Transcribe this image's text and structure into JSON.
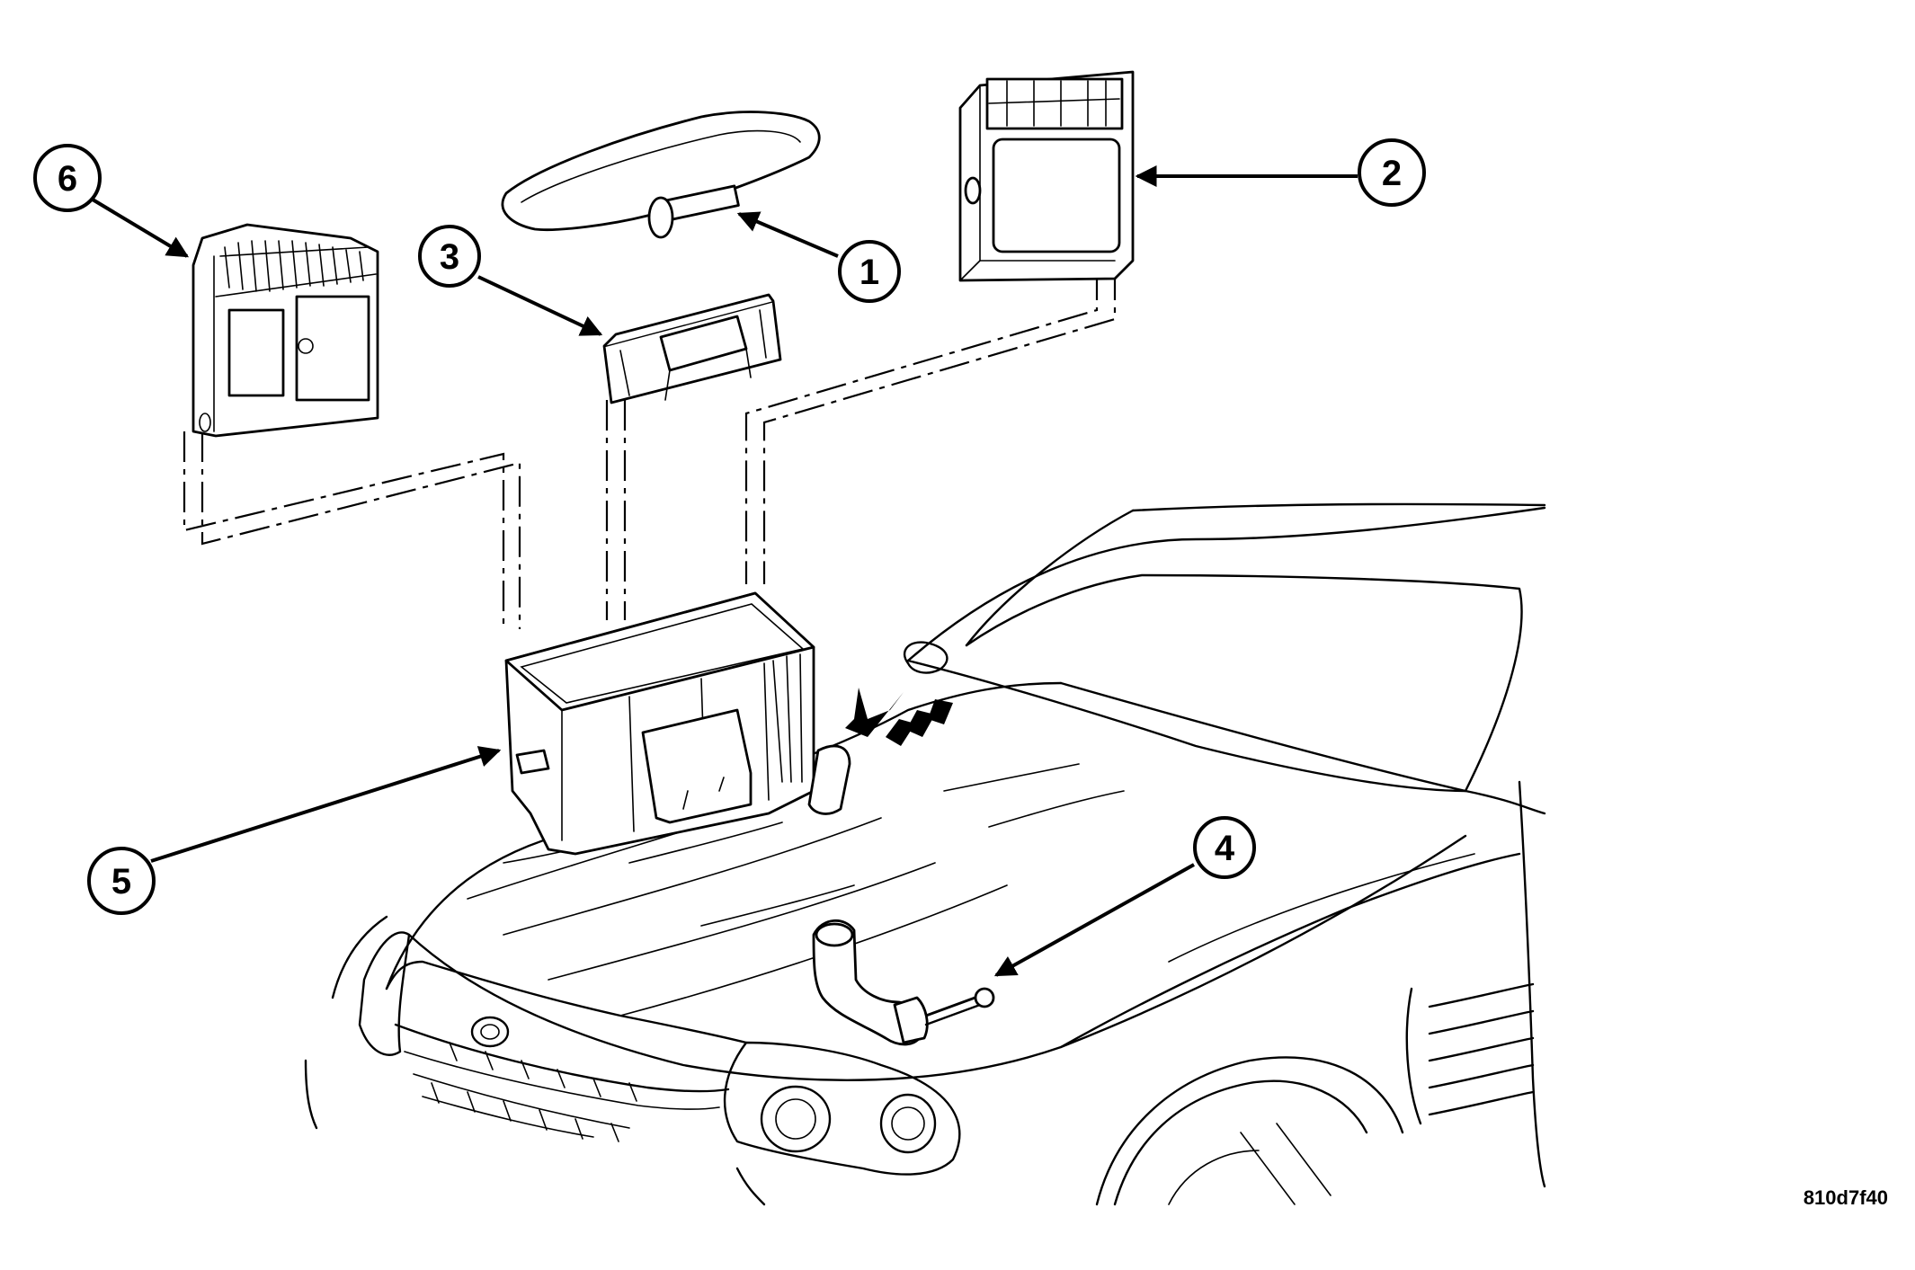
{
  "figure_id": "810d7f40",
  "callouts": [
    {
      "label": "1"
    },
    {
      "label": "2"
    },
    {
      "label": "3"
    },
    {
      "label": "4"
    },
    {
      "label": "5"
    },
    {
      "label": "6"
    }
  ]
}
